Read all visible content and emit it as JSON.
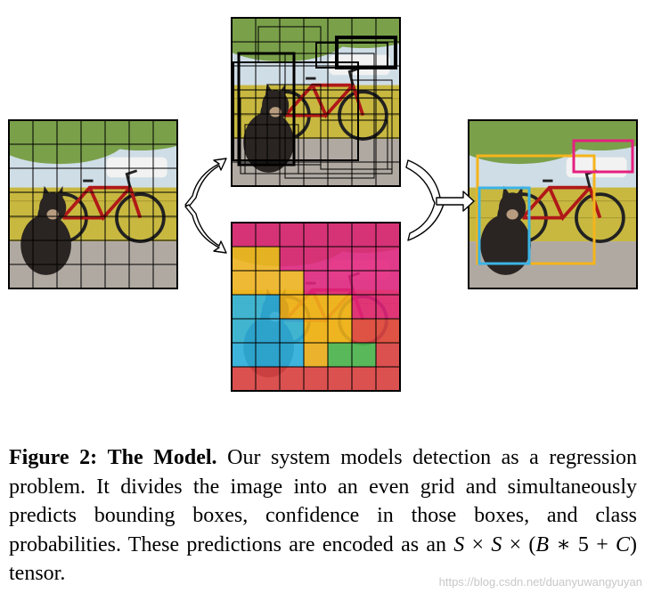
{
  "caption": {
    "label": "Figure 2:",
    "title": "The Model.",
    "text": "Our system models detection as a regression problem. It divides the image into an even grid and simultaneously predicts bounding boxes, confidence in those boxes, and class probabilities.   These predictions are encoded as an",
    "math": {
      "s1": "S",
      "times1": "×",
      "s2": "S",
      "times2": "×",
      "open": "(",
      "b": "B",
      "mult": "∗",
      "five": "5",
      "plus": "+",
      "c": "C",
      "close": ")"
    },
    "tail": "tensor."
  },
  "watermark": "https://blog.csdn.net/duanyuwangyuyan",
  "colors": {
    "sky": "#cfdde6",
    "foliage": "#7aa04a",
    "wall": "#c8b840",
    "floor": "#b0a9a2",
    "dog": "#2a2522",
    "bicycle_frame": "#b01818",
    "car": "#f2f2f2",
    "class_magenta": "#e2237d",
    "class_yellow": "#f2b41c",
    "class_blue": "#2eb4e2",
    "class_green": "#4cbb50",
    "class_red": "#e04444",
    "box_dog": "#3cb4e6",
    "box_bicycle": "#f5b41b",
    "box_car": "#e5207f"
  },
  "class_map": [
    [
      "m",
      "m",
      "m",
      "m",
      "m",
      "m",
      "m"
    ],
    [
      "y",
      "y",
      "m",
      "m",
      "m",
      "m",
      "m"
    ],
    [
      "y",
      "y",
      "y",
      "m",
      "m",
      "m",
      "m"
    ],
    [
      "b",
      "b",
      "y",
      "y",
      "y",
      "m",
      "m"
    ],
    [
      "b",
      "b",
      "b",
      "y",
      "y",
      "r",
      "r"
    ],
    [
      "b",
      "b",
      "b",
      "y",
      "g",
      "g",
      "r"
    ],
    [
      "r",
      "r",
      "r",
      "r",
      "r",
      "r",
      "r"
    ]
  ]
}
